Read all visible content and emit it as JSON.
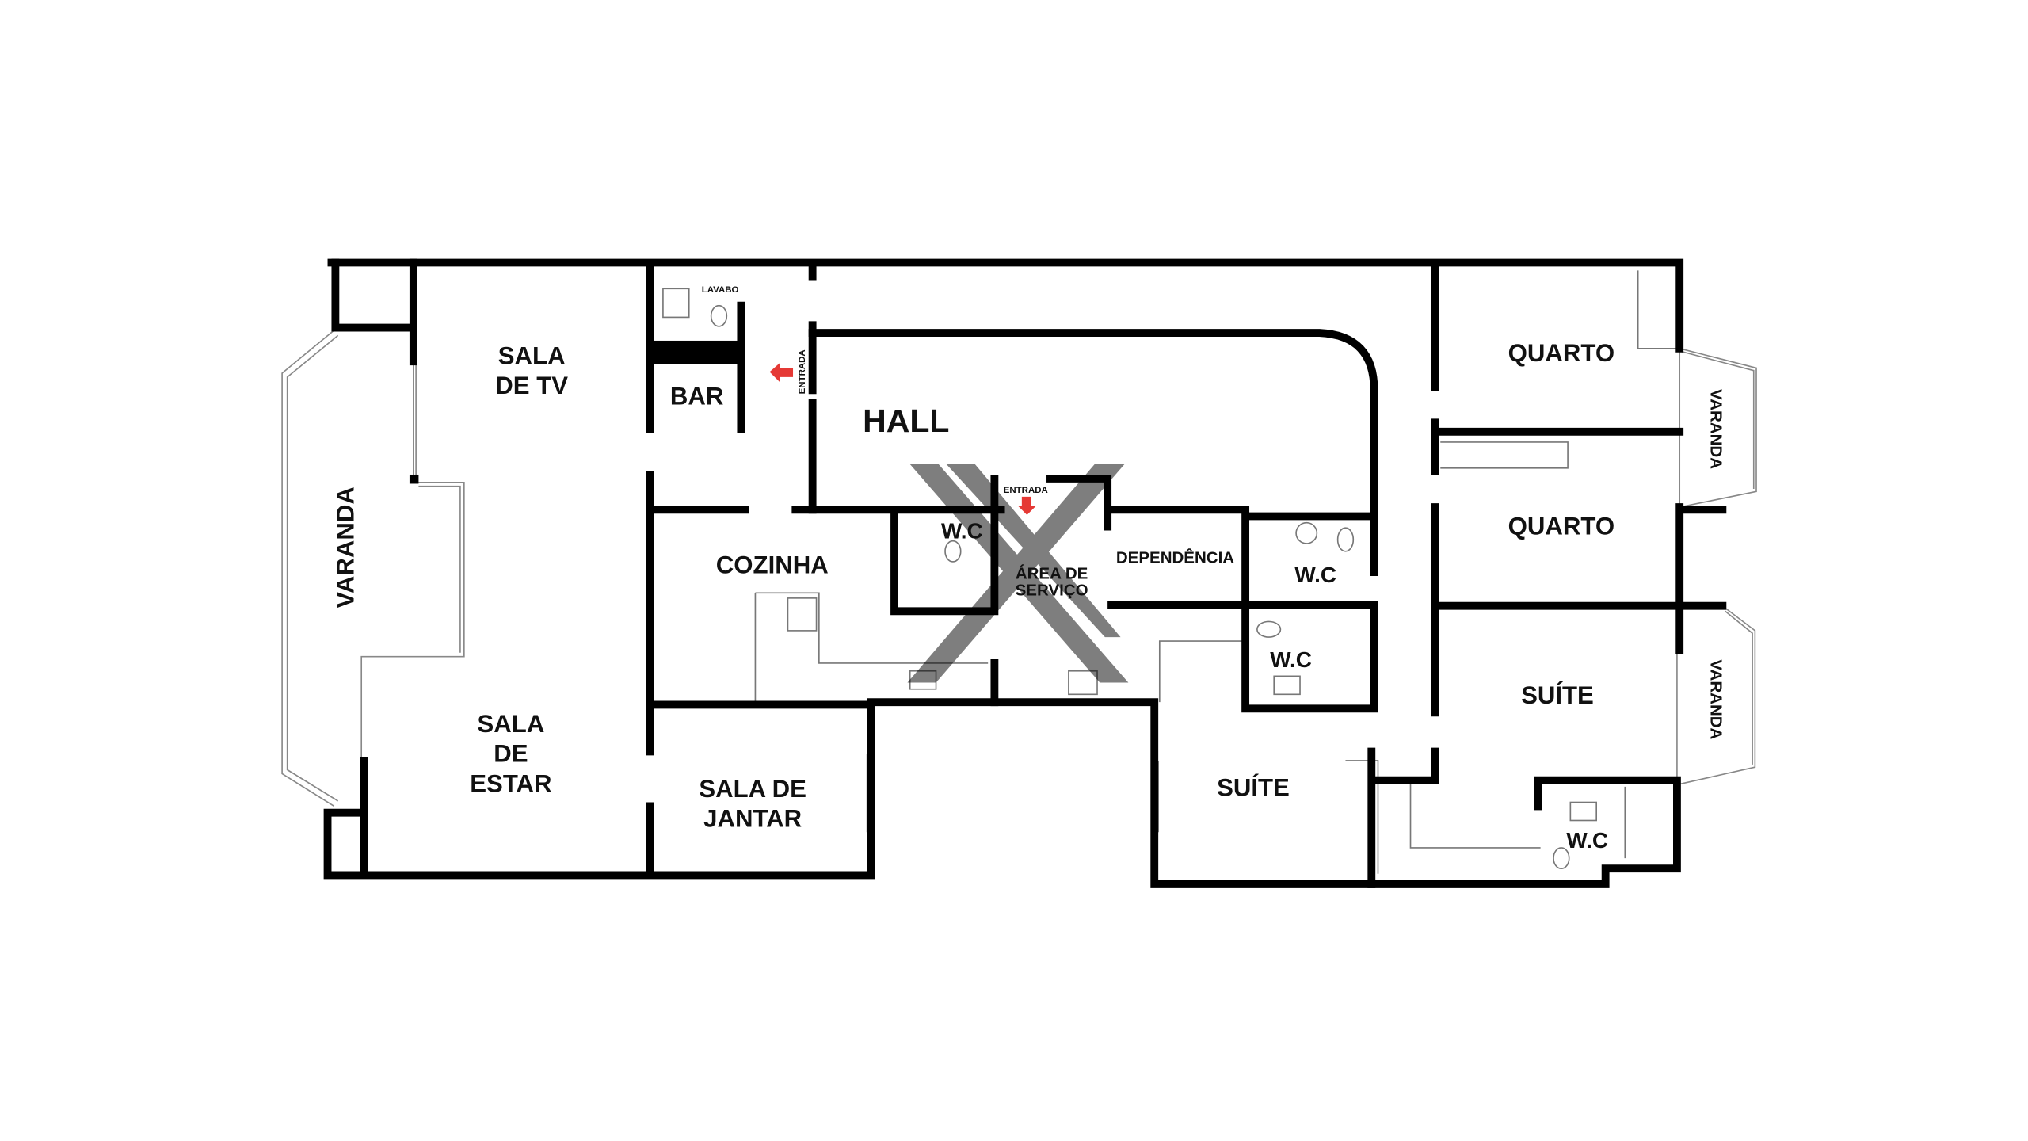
{
  "plan": {
    "rooms": {
      "sala_tv": [
        "SALA",
        "DE TV"
      ],
      "bar": "BAR",
      "lavabo": "LAVABO",
      "entrada_main": "ENTRADA",
      "hall": "HALL",
      "varanda_left": "VARANDA",
      "cozinha": "COZINHA",
      "wc_center": "W.C",
      "entrada_service": "ENTRADA",
      "area_servico": [
        "ÁREA DE",
        "SERVIÇO"
      ],
      "dependencia": "DEPENDÊNCIA",
      "wc_dependencia": "W.C",
      "wc_suite1": "W.C",
      "sala_estar": [
        "SALA",
        "DE",
        "ESTAR"
      ],
      "sala_jantar": [
        "SALA DE",
        "JANTAR"
      ],
      "suite1": "SUÍTE",
      "quarto1": "QUARTO",
      "quarto2": "QUARTO",
      "suite2": "SUÍTE",
      "varanda_right_top": "VARANDA",
      "varanda_right_bottom": "VARANDA",
      "wc_suite2": "W.C"
    },
    "colors": {
      "wall": "#000000",
      "arrow": "#e53935",
      "watermark": "#808080"
    }
  }
}
